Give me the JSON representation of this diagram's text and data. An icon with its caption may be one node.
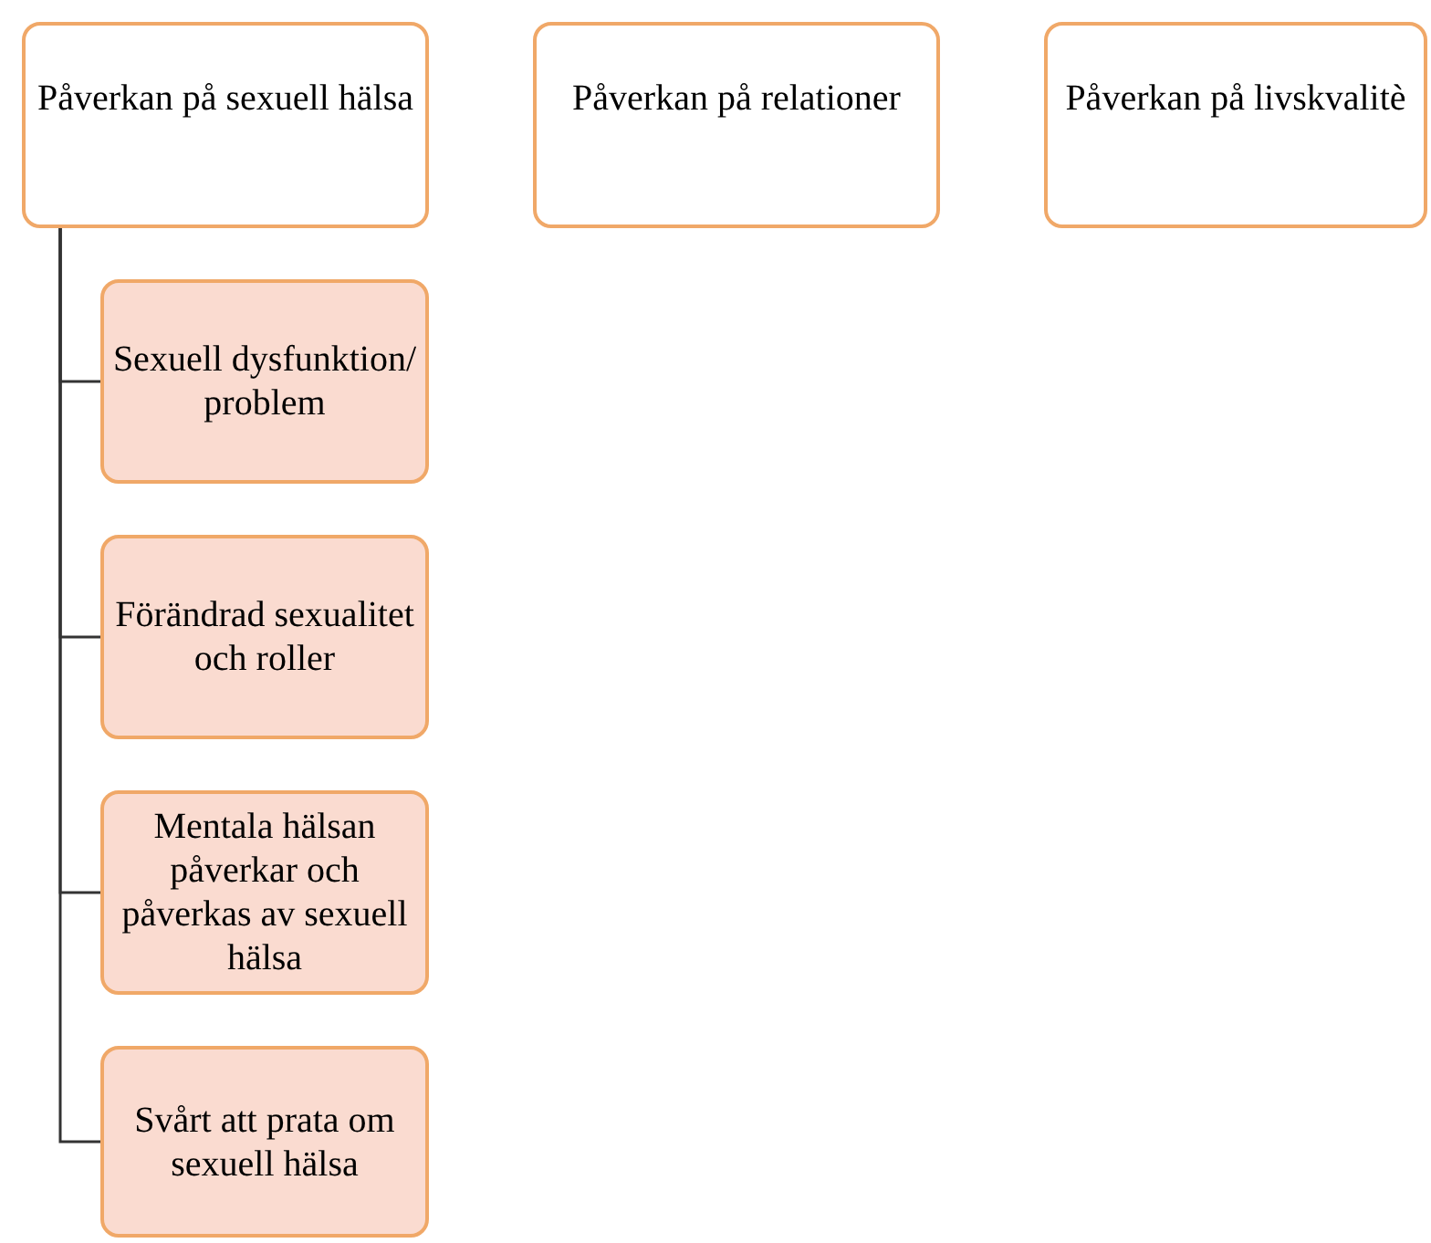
{
  "diagram": {
    "nodes": [
      {
        "text": [
          "Påverkan på sexuell hälsa"
        ]
      },
      {
        "text": [
          "Påverkan på relationer"
        ]
      },
      {
        "text": [
          "Påverkan på livskvalitè"
        ]
      },
      {
        "text": [
          "Sexuell dysfunktion/ problem"
        ]
      },
      {
        "text": [
          "Förändrad sexualitet och roller"
        ]
      },
      {
        "text": [
          "Mentala hälsan påverkar och påverkas av sexuell hälsa"
        ]
      },
      {
        "text": [
          "Svårt att prata om sexuell hälsa"
        ]
      }
    ],
    "edges": [
      {
        "from": 0,
        "to": 3,
        "arrow": "none"
      },
      {
        "from": 0,
        "to": 4,
        "arrow": "none"
      },
      {
        "from": 0,
        "to": 5,
        "arrow": "none"
      },
      {
        "from": 0,
        "to": 6,
        "arrow": "none"
      }
    ]
  }
}
